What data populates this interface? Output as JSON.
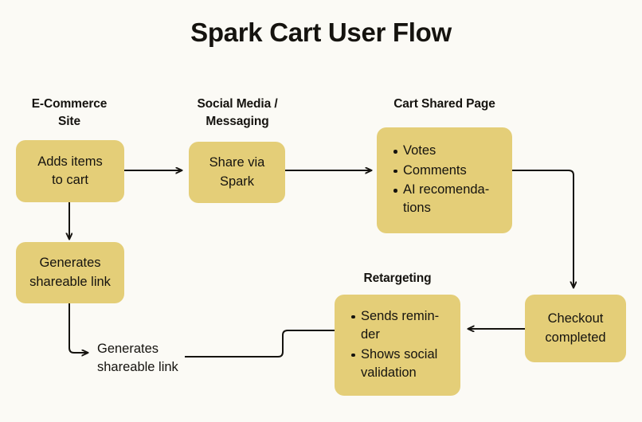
{
  "page": {
    "title": "Spark Cart User Flow",
    "background_color": "#FBFAF5",
    "node_fill_color": "#E4CE78",
    "text_color": "#15130F",
    "line_color": "#15130F"
  },
  "section_labels": {
    "ecommerce": "E-Commerce\nSite",
    "ecommerce_line1": "E-Commerce",
    "ecommerce_line2": "Site",
    "social": "Social Media /\nMessaging",
    "social_line1": "Social Media /",
    "social_line2": "Messaging",
    "cart_shared": "Cart Shared Page",
    "retargeting": "Retargeting"
  },
  "nodes": {
    "adds_items": {
      "line1": "Adds items",
      "line2": "to cart"
    },
    "generates_link": {
      "line1": "Generates",
      "line2": "shareable link"
    },
    "share_via_spark": {
      "line1": "Share via",
      "line2": "Spark"
    },
    "cart_shared_page": {
      "bullets": [
        "Votes",
        "Comments",
        "AI recomenda-\ntions"
      ],
      "bullet_1": "Votes",
      "bullet_2": "Comments",
      "bullet_3": "AI recomenda-",
      "bullet_3_wrap": "tions"
    },
    "checkout": {
      "line1": "Checkout",
      "line2": "completed"
    },
    "retargeting_box": {
      "bullets": [
        "Sends remin-\nder",
        "Shows social\nvalidation"
      ],
      "bullet_1": "Sends remin-",
      "bullet_1_wrap": "der",
      "bullet_2": "Shows social",
      "bullet_2_wrap": "validation"
    }
  },
  "free_labels": {
    "generates_link_text_line1": "Generates",
    "generates_link_text_line2": "shareable link"
  },
  "flow_edges": [
    {
      "from": "adds_items",
      "to": "share_via_spark",
      "style": "arrow-right"
    },
    {
      "from": "adds_items",
      "to": "generates_link",
      "style": "arrow-down"
    },
    {
      "from": "share_via_spark",
      "to": "cart_shared_page",
      "style": "arrow-right"
    },
    {
      "from": "generates_link",
      "to": "generates_link_text",
      "style": "elbow-down-right-arrow"
    },
    {
      "from": "cart_shared_page",
      "to": "checkout",
      "style": "elbow-right-down-arrow"
    },
    {
      "from": "checkout",
      "to": "retargeting_box",
      "style": "arrow-left"
    },
    {
      "from": "generates_link_text",
      "to": "retargeting_box",
      "style": "elbow-right-up"
    }
  ]
}
